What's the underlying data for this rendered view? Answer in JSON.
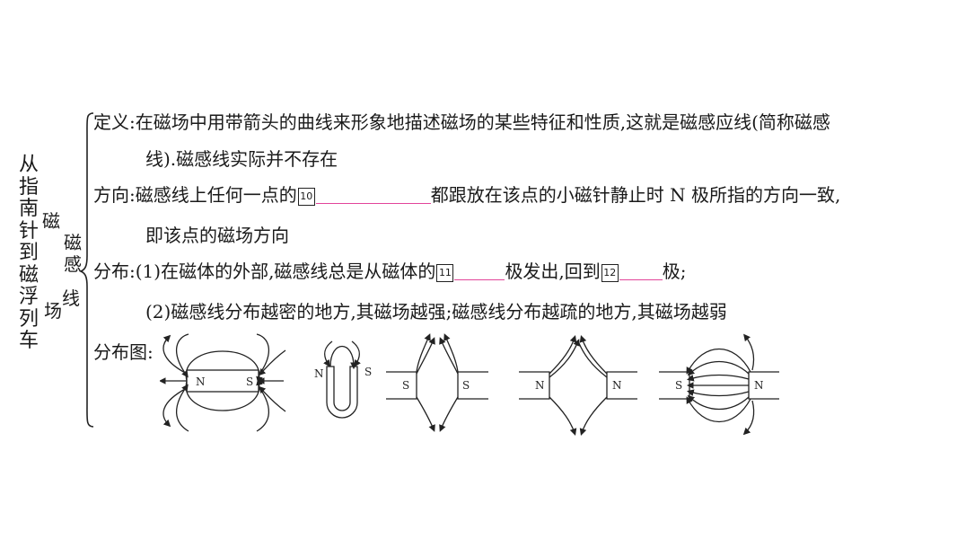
{
  "title_chars": [
    "从",
    "指",
    "南",
    "针",
    "到",
    "磁",
    "浮",
    "列",
    "车"
  ],
  "subtitle_chars": [
    "磁",
    "场"
  ],
  "subsubtitle_chars": [
    "磁",
    "感",
    "线"
  ],
  "definition": {
    "label": "定义:",
    "text1": "在磁场中用带箭头的曲线来形象地描述磁场的某些特征和性质,这就是磁感应线(简称磁感",
    "text2": "线).磁感线实际并不存在"
  },
  "direction": {
    "label": "方向:",
    "text_before": "磁感线上任何一点的",
    "blank_number": "10",
    "text_after": "都跟放在该点的小磁针静止时 N 极所指的方向一致,",
    "text2": "即该点的磁场方向"
  },
  "distribution": {
    "label": "分布:",
    "item1_before": "(1)在磁体的外部,磁感线总是从磁体的",
    "blank1_number": "11",
    "item1_middle": "极发出,回到",
    "blank2_number": "12",
    "item1_after": "极;",
    "item2": "(2)磁感线分布越密的地方,其磁场越强;磁感线分布越疏的地方,其磁场越弱"
  },
  "diagram": {
    "label": "分布图:",
    "bar_n": "N",
    "bar_s": "S",
    "u_n": "N",
    "u_s": "S",
    "ss_left": "S",
    "ss_right": "S",
    "nn_left": "N",
    "nn_right": "N",
    "ns_left": "S",
    "ns_right": "N"
  }
}
